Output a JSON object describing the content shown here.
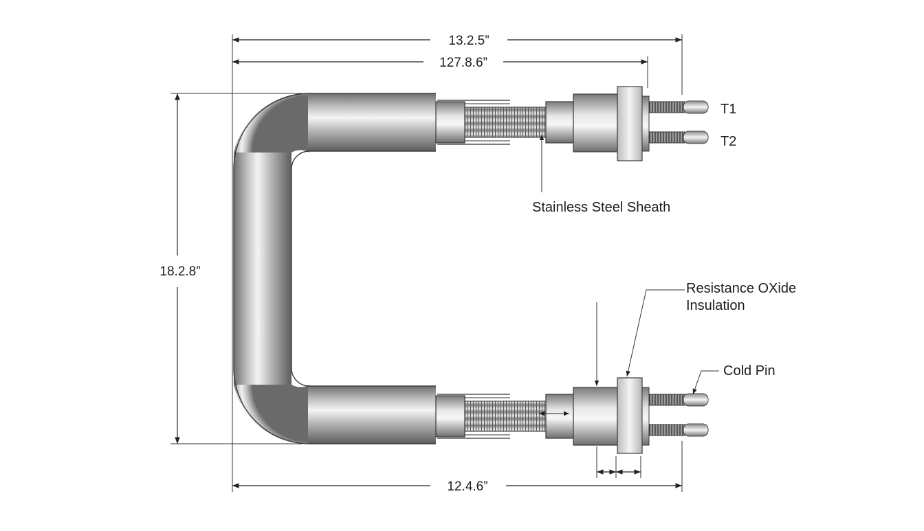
{
  "dimensions": {
    "overall_length": "13.2.5”",
    "inner_length": "127.8.6”",
    "height": "18.2.8”",
    "bottom_length": "12.4.6”"
  },
  "terminals": {
    "t1": "T1",
    "t2": "T2"
  },
  "callouts": {
    "sheath": "Stainless Steel Sheath",
    "insulation_line1": "Resistance OXide",
    "insulation_line2": "Insulation",
    "cold_pin": "Cold Pin"
  }
}
